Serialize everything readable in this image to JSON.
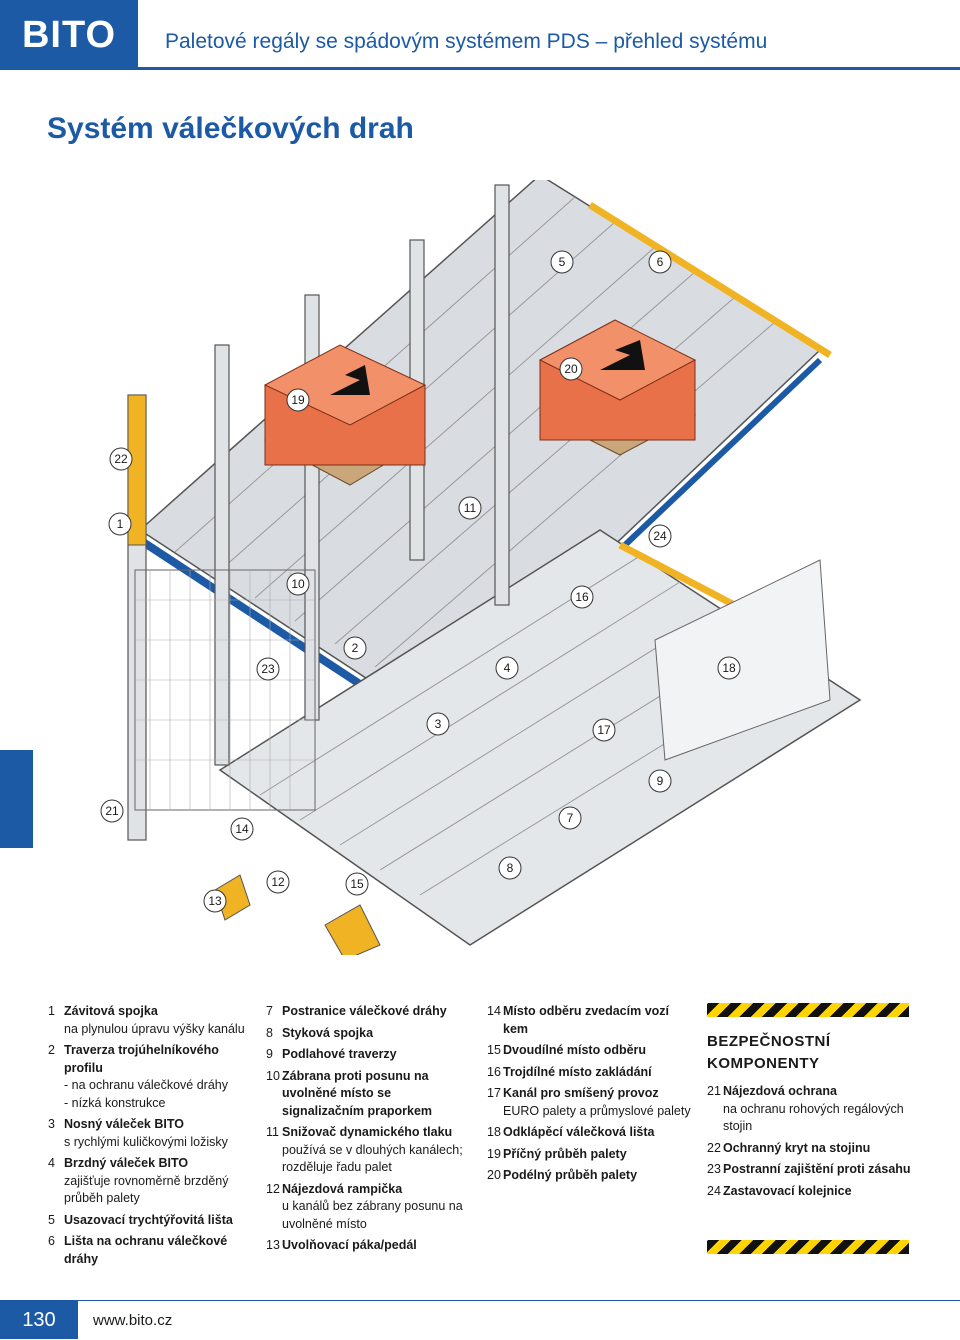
{
  "header": {
    "logo": "BITO",
    "title": "Paletové regály se spádovým systémem PDS – přehled systému"
  },
  "page_title": "Systém válečkových drah",
  "diagram": {
    "callouts": [
      "1",
      "2",
      "3",
      "4",
      "5",
      "6",
      "7",
      "8",
      "9",
      "10",
      "11",
      "12",
      "13",
      "14",
      "15",
      "16",
      "17",
      "18",
      "19",
      "20",
      "21",
      "22",
      "23",
      "24"
    ]
  },
  "legend": {
    "col1": [
      {
        "num": "1",
        "main": "Závitová spojka",
        "sub": "na plynulou úpravu výšky kanálu"
      },
      {
        "num": "2",
        "main": "Traverza trojúhelníkového profilu",
        "sub": "- na ochranu válečkové dráhy\n- nízká konstrukce"
      },
      {
        "num": "3",
        "main": "Nosný váleček BITO",
        "sub": "s rychlými kuličkovými ložisky"
      },
      {
        "num": "4",
        "main": "Brzdný váleček BITO",
        "sub": "zajišťuje rovnoměrně brzděný průběh palety"
      },
      {
        "num": "5",
        "main": "Usazovací trychtýřovitá lišta",
        "sub": ""
      },
      {
        "num": "6",
        "main": "Lišta na ochranu válečkové dráhy",
        "sub": ""
      }
    ],
    "col2": [
      {
        "num": "7",
        "main": "Postranice válečkové dráhy",
        "sub": ""
      },
      {
        "num": "8",
        "main": "Styková spojka",
        "sub": ""
      },
      {
        "num": "9",
        "main": "Podlahové traverzy",
        "sub": ""
      },
      {
        "num": "10",
        "main": "Zábrana proti posunu na uvolněné místo se signalizačním praporkem",
        "sub": ""
      },
      {
        "num": "11",
        "main": "Snižovač dynamického tlaku",
        "sub": "používá se v dlouhých kanálech; rozděluje řadu palet"
      },
      {
        "num": "12",
        "main": "Nájezdová rampička",
        "sub": "u kanálů bez zábrany posunu na uvolněné místo"
      },
      {
        "num": "13",
        "main": "Uvolňovací páka/pedál",
        "sub": ""
      }
    ],
    "col3": [
      {
        "num": "14",
        "main": "Místo odběru zvedacím vozí kem",
        "sub": ""
      },
      {
        "num": "15",
        "main": "Dvoudílné místo odběru",
        "sub": ""
      },
      {
        "num": "16",
        "main": "Trojdílné místo zakládání",
        "sub": ""
      },
      {
        "num": "17",
        "main": "Kanál pro smíšený provoz",
        "sub": "EURO palety a průmyslové palety"
      },
      {
        "num": "18",
        "main": "Odklápěcí válečková lišta",
        "sub": ""
      },
      {
        "num": "19",
        "main": "Příčný průběh palety",
        "sub": ""
      },
      {
        "num": "20",
        "main": "Podélný průběh palety",
        "sub": ""
      }
    ],
    "safety_title": "BEZPEČNOSTNÍ KOMPONENTY",
    "col4": [
      {
        "num": "21",
        "main": "Nájezdová ochrana",
        "sub": "na ochranu rohových regálových stojin"
      },
      {
        "num": "22",
        "main": "Ochranný kryt na stojinu",
        "sub": ""
      },
      {
        "num": "23",
        "main": "Postranní zajištění proti zásahu",
        "sub": ""
      },
      {
        "num": "24",
        "main": "Zastavovací kolejnice",
        "sub": ""
      }
    ]
  },
  "footer": {
    "page": "130",
    "url": "www.bito.cz"
  },
  "colors": {
    "brand_blue": "#1c5aa6",
    "rack_yellow": "#f0b323",
    "box_orange": "#e8714a"
  }
}
